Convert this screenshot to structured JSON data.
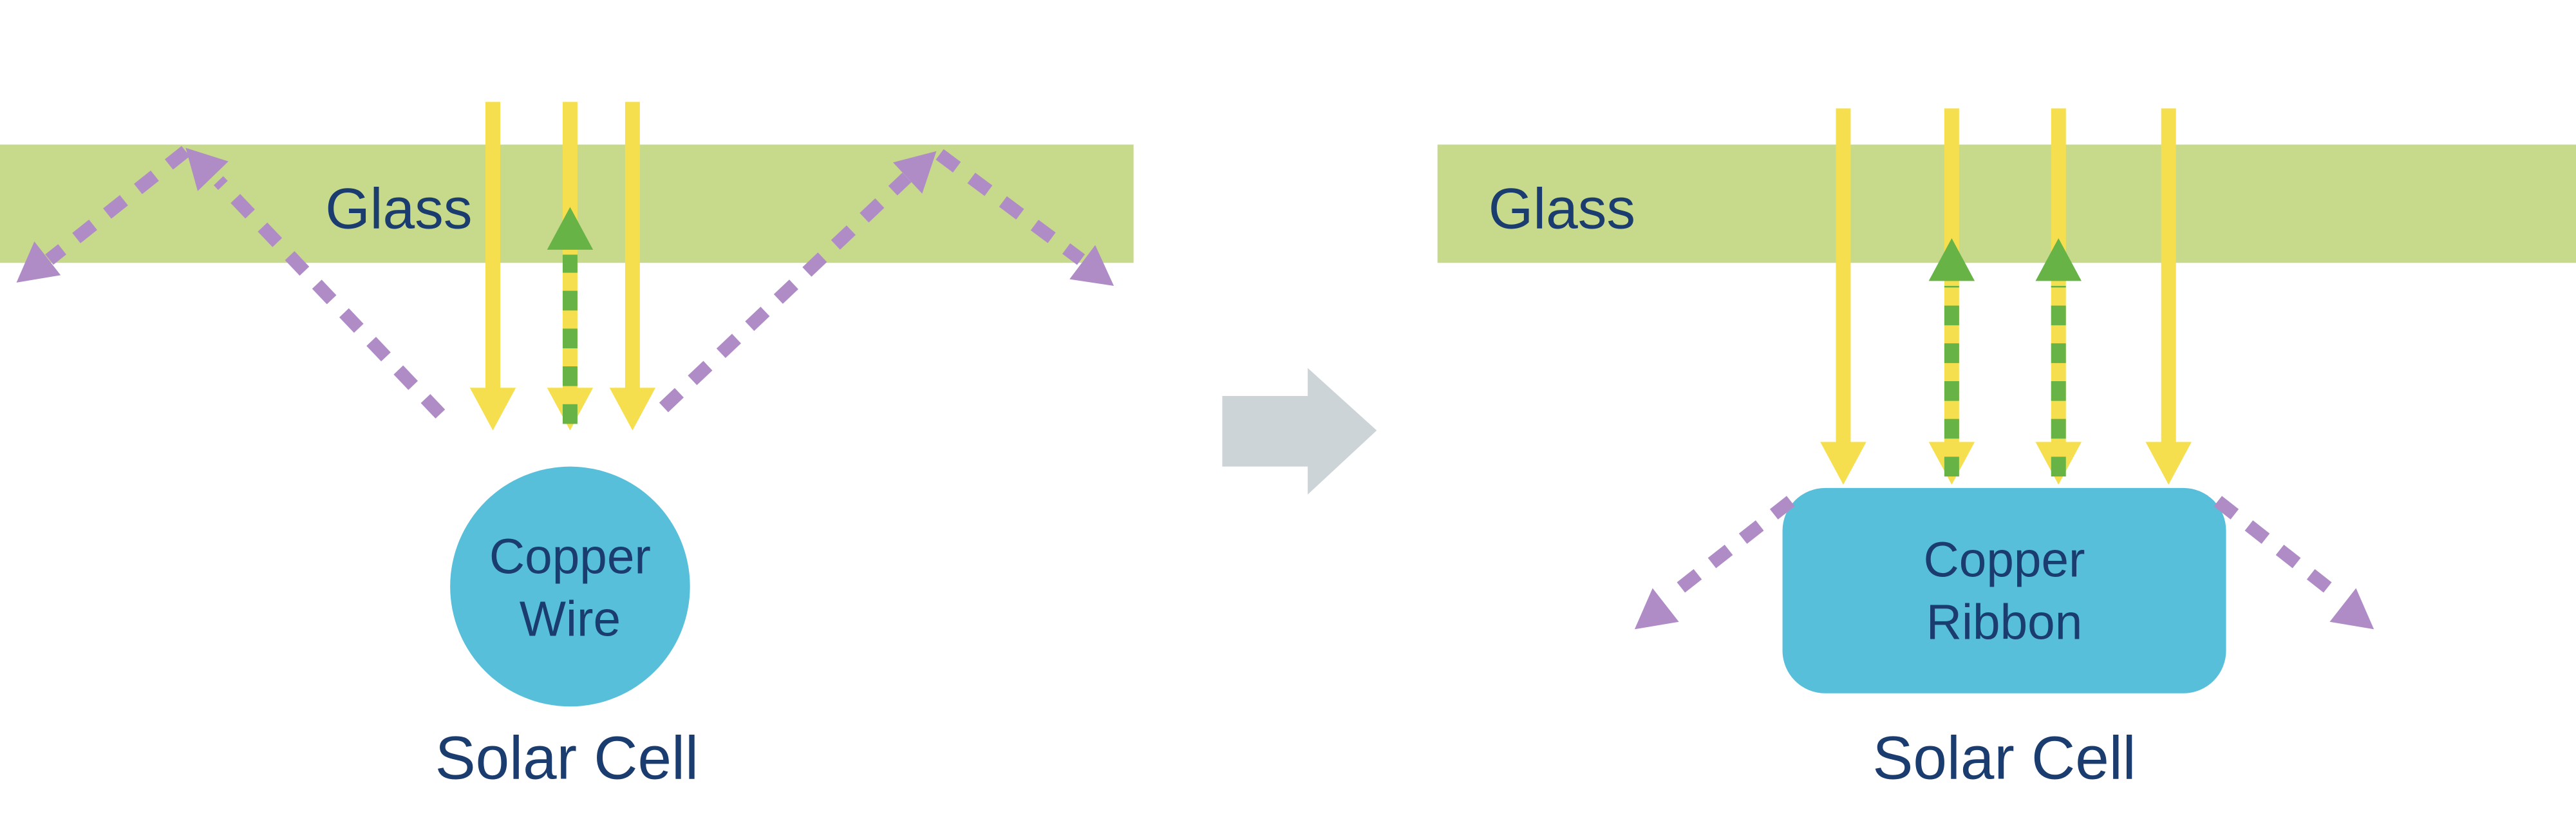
{
  "colors": {
    "glass_green": "#c7d98a",
    "sunlight_yellow": "#f6df4e",
    "reflection_green": "#68b345",
    "loss_purple": "#b08cc7",
    "copper_blue": "#57bfda",
    "label_navy": "#1b3c6e",
    "transition_gray": "#ccd4d7"
  },
  "left_panel": {
    "glass_label": "Glass",
    "conductor_lines": [
      "Copper",
      "Wire"
    ],
    "cell_label": "Solar Cell"
  },
  "right_panel": {
    "glass_label": "Glass",
    "conductor_lines": [
      "Copper",
      "Ribbon"
    ],
    "cell_label": "Solar Cell"
  },
  "transition": {
    "icon": "right-arrow"
  }
}
